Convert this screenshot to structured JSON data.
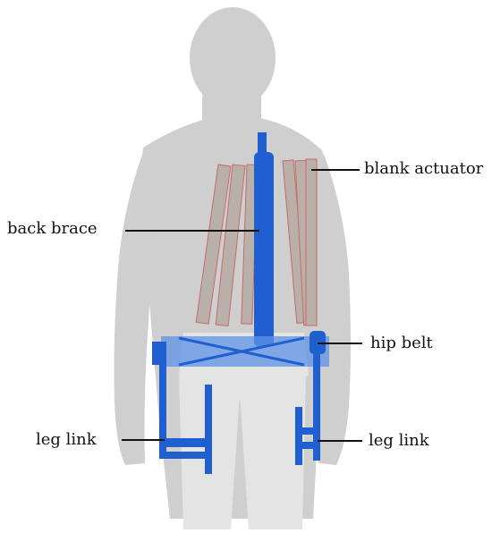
{
  "diagram": {
    "labels": {
      "blank_actuator": "blank actuator",
      "back_brace": "back brace",
      "hip_belt": "hip belt",
      "leg_link_left": "leg link",
      "leg_link_right": "leg link"
    },
    "colors": {
      "silhouette": "#cfcfcf",
      "silhouette_dark": "#bdbdbd",
      "skin_light": "#e4e4e4",
      "frame_blue": "#1f5fd0",
      "frame_blue_light": "#5f93e6",
      "actuator": "#b9b0aa",
      "actuator_edge": "#c86a6a",
      "leader_line": "#111111"
    }
  }
}
